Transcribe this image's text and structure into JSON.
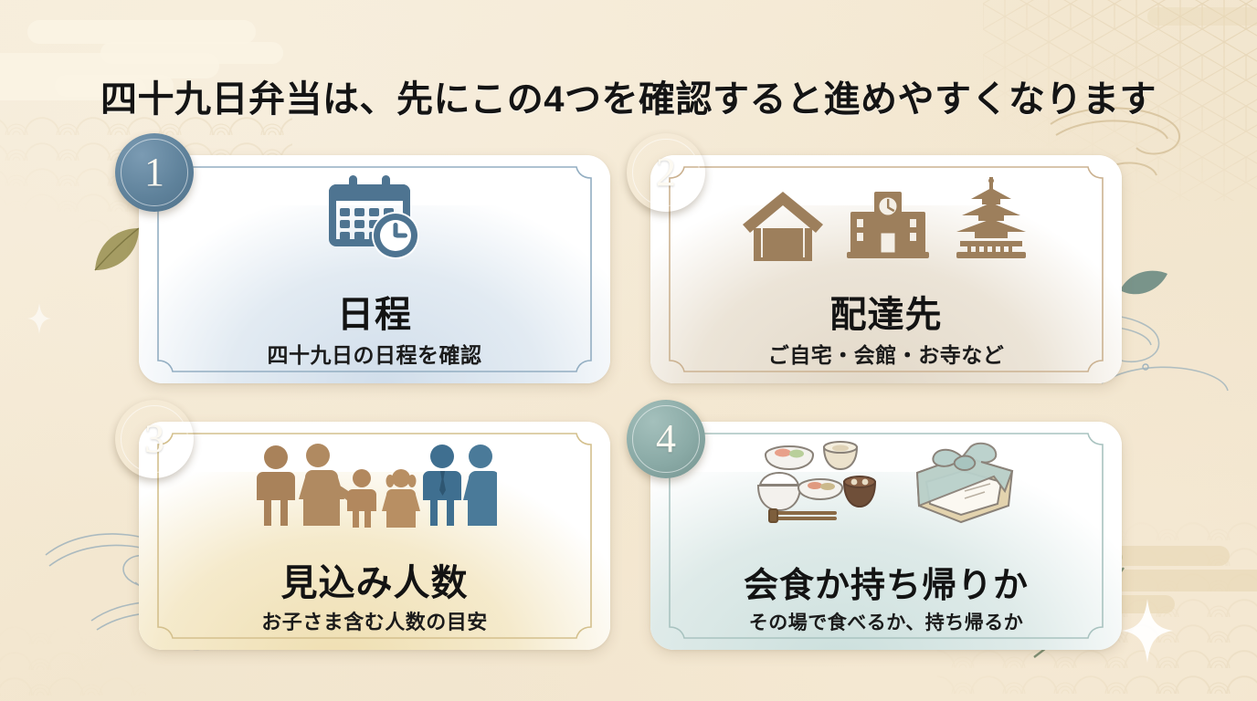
{
  "page": {
    "title": "四十九日弁当は、先にこの4つを確認すると進めやすくなります",
    "background_color": "#f3e7d0",
    "accent_colors": {
      "card1": "#5f829b",
      "card2": "#a07d57",
      "card3": "#c4ab6e",
      "card4": "#8aaaa6"
    }
  },
  "cards": [
    {
      "number": "1",
      "title": "日程",
      "subtitle": "四十九日の日程を確認",
      "badge_color": "#5f829b",
      "border_color": "#93aec2",
      "wash_color": "#ccd9e6",
      "icon_color": "#4e7491",
      "icons": [
        "calendar-clock-icon"
      ]
    },
    {
      "number": "2",
      "title": "配達先",
      "subtitle": "ご自宅・会館・お寺など",
      "badge_color": "#a07d57",
      "border_color": "#cbb291",
      "wash_color": "#e4d9c6",
      "icon_color": "#9d7f5c",
      "icons": [
        "house-icon",
        "hall-building-icon",
        "pagoda-temple-icon"
      ]
    },
    {
      "number": "3",
      "title": "見込み人数",
      "subtitle": "お子さま含む人数の目安",
      "badge_color": "#c4ab6e",
      "border_color": "#d4c08d",
      "wash_color": "#f0dfae",
      "icon_color": "#a9825a",
      "icons": [
        "family-group-icon"
      ]
    },
    {
      "number": "4",
      "title": "会食か持ち帰りか",
      "subtitle": "その場で食べるか、持ち帰るか",
      "badge_color": "#8aaaa6",
      "border_color": "#a9c3c0",
      "wash_color": "#cfdfdd",
      "icon_color": "#7e9d99",
      "icons": [
        "meal-set-icon",
        "furoshiki-bento-icon"
      ]
    }
  ],
  "decorations": {
    "patterns": [
      "seigaiha-wave-pattern",
      "asanoha-hemp-leaf-pattern",
      "kasumi-cloud-band",
      "ryusui-flowing-water"
    ],
    "motifs": [
      "leaf-sprig",
      "falling-leaf",
      "sparkle-star"
    ]
  }
}
